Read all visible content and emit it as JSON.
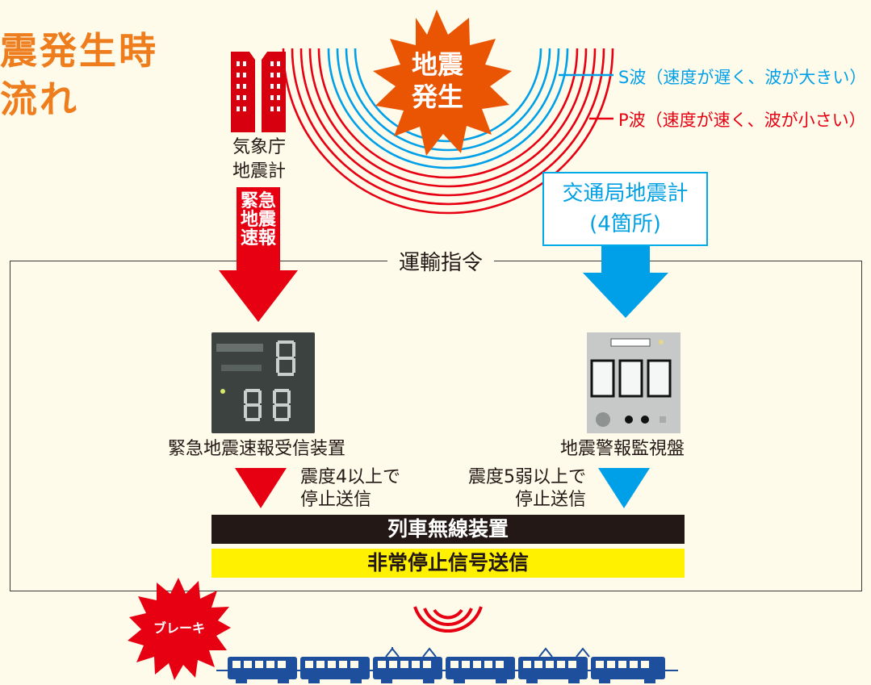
{
  "title": {
    "line1": "震発生時",
    "line2": "流れ"
  },
  "seismometer_jma": {
    "line1": "気象庁",
    "line2": "地震計"
  },
  "epicenter": {
    "line1": "地震",
    "line2": "発生"
  },
  "waves": {
    "s_wave": "S波（速度が遅く、波が大きい）",
    "p_wave": "P波（速度が速く、波が小さい）"
  },
  "colors": {
    "p_wave": "#e60012",
    "s_wave": "#00a0e9",
    "accent": "#ee7d1e",
    "alert": "#fff100"
  },
  "eew_arrow": {
    "label": "緊急地震速報"
  },
  "bureau_seismometer": {
    "line1": "交通局地震計",
    "line2": "(4箇所)"
  },
  "control_center": {
    "label": "運輸指令"
  },
  "eew_receiver": {
    "label": "緊急地震速報受信装置"
  },
  "alarm_panel": {
    "label": "地震警報監視盤"
  },
  "trigger_left": {
    "line1": "震度4以上で",
    "line2": "停止送信"
  },
  "trigger_right": {
    "line1": "震度5弱以上で",
    "line2": "停止送信"
  },
  "radio": {
    "label": "列車無線装置"
  },
  "stop_signal": {
    "label": "非常停止信号送信"
  },
  "brake": {
    "label": "ブレーキ"
  }
}
